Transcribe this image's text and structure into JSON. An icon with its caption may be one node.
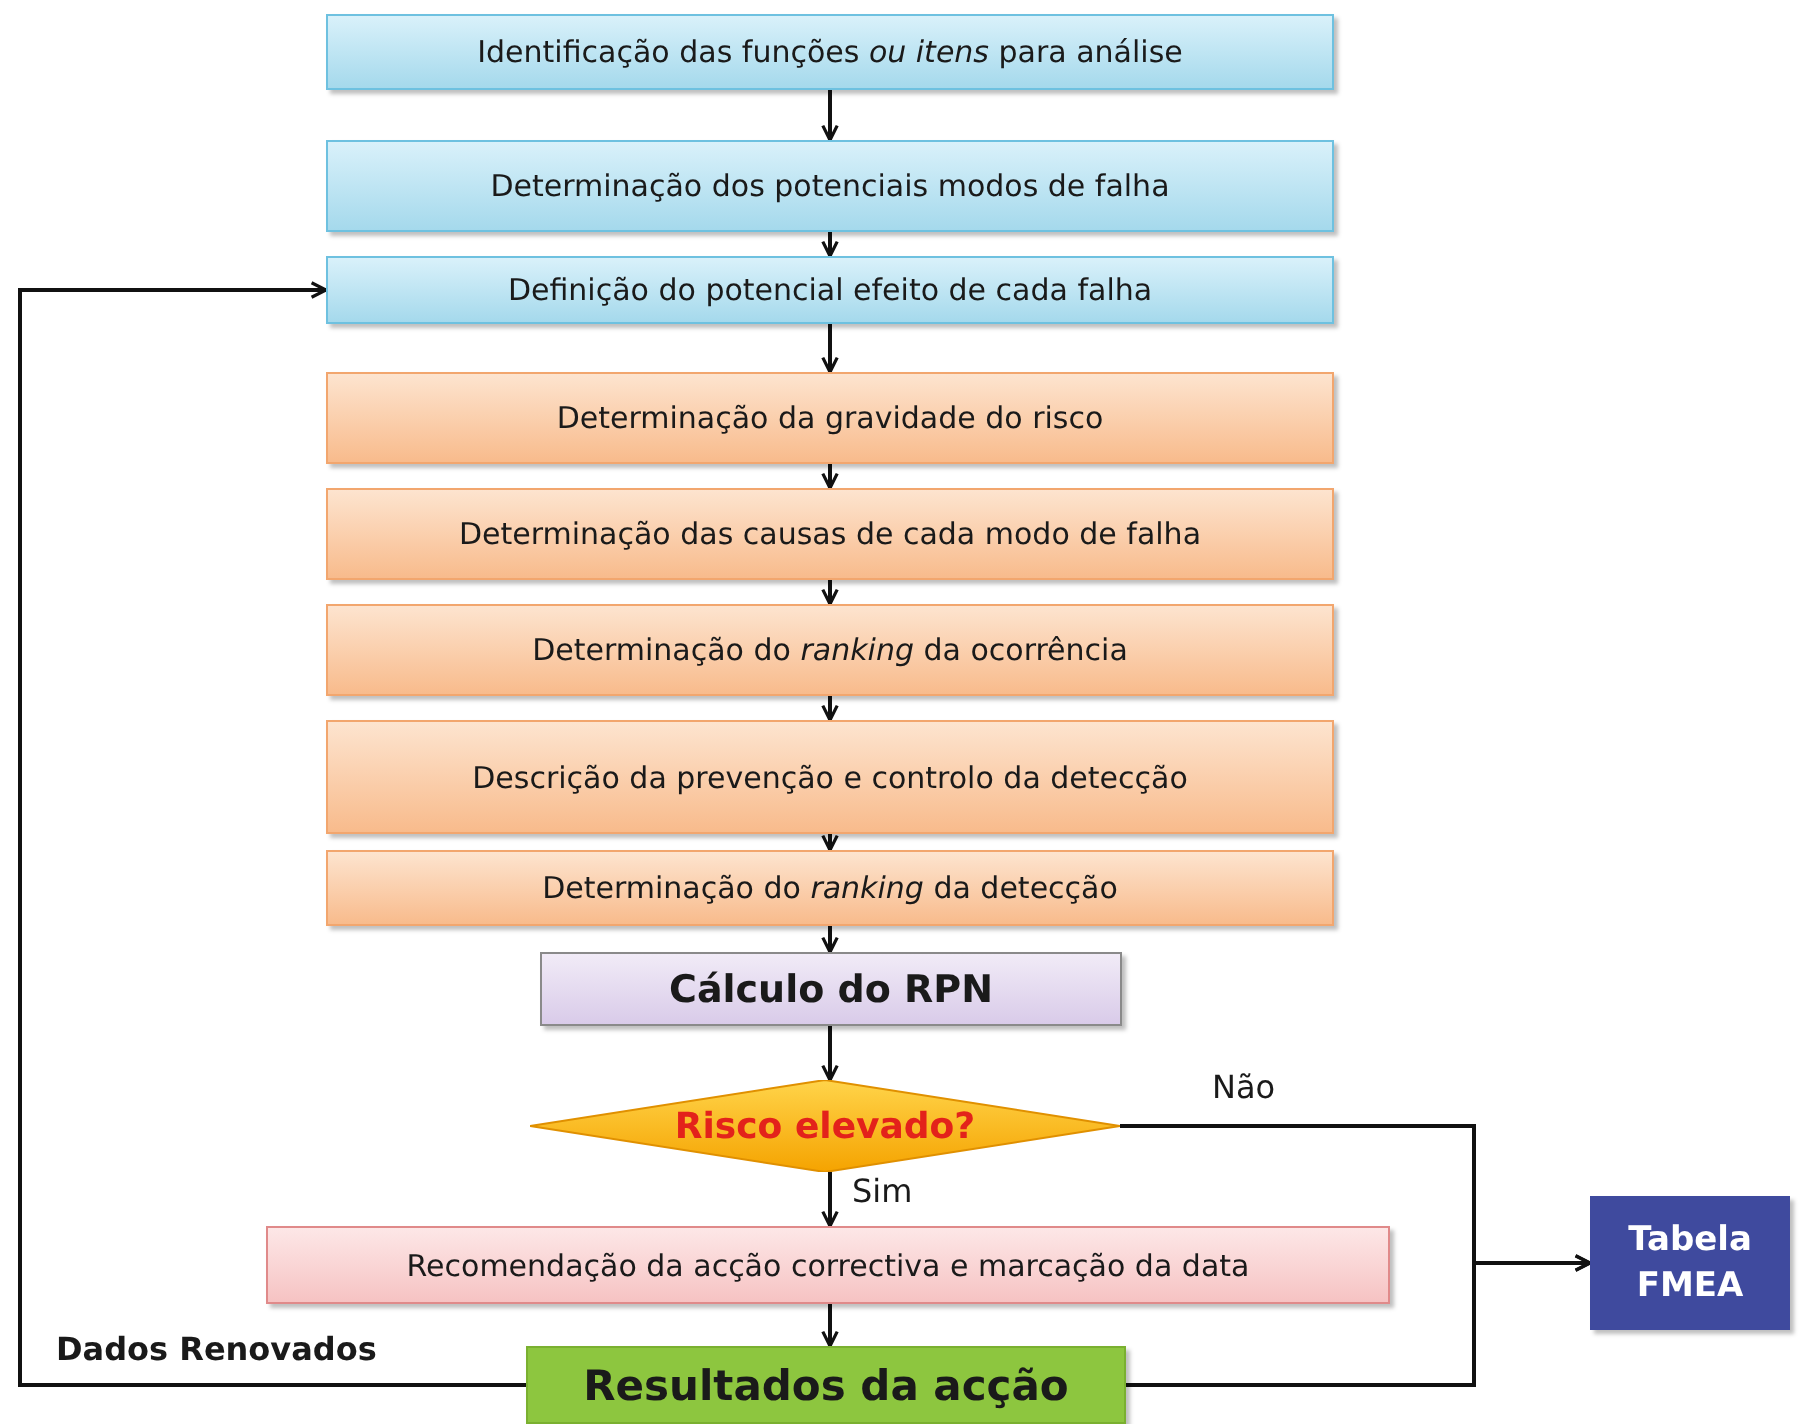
{
  "diagram": {
    "nodes": [
      {
        "text": [
          "Identificação das funções *ou itens* para análise"
        ]
      },
      {
        "text": [
          "Determinação dos potenciais modos de falha"
        ]
      },
      {
        "text": [
          "Definição do potencial efeito de cada falha"
        ]
      },
      {
        "text": [
          "Determinação da gravidade do risco"
        ]
      },
      {
        "text": [
          "Determinação das causas de cada modo de falha"
        ]
      },
      {
        "text": [
          "Determinação do *ranking* da ocorrência"
        ]
      },
      {
        "text": [
          "Descrição da prevenção e controlo da detecção"
        ]
      },
      {
        "text": [
          "Determinação do *ranking* da detecção"
        ]
      },
      {
        "text": [
          "Cálculo do RPN"
        ]
      },
      {
        "text": [
          "Risco elevado?"
        ]
      },
      {
        "text": [
          "Recomendação da acção correctiva e marcação da data"
        ]
      },
      {
        "text": [
          "Resultados da acção"
        ]
      },
      {
        "text": [
          "Tabela FMEA"
        ]
      }
    ],
    "edges": [
      {
        "from": 0,
        "to": 1,
        "arrow": "to"
      },
      {
        "from": 1,
        "to": 2,
        "arrow": "to"
      },
      {
        "from": 2,
        "to": 3,
        "arrow": "to"
      },
      {
        "from": 3,
        "to": 4,
        "arrow": "to"
      },
      {
        "from": 4,
        "to": 5,
        "arrow": "to"
      },
      {
        "from": 5,
        "to": 6,
        "arrow": "to"
      },
      {
        "from": 6,
        "to": 7,
        "arrow": "to"
      },
      {
        "from": 7,
        "to": 8,
        "arrow": "to"
      },
      {
        "from": 8,
        "to": 9,
        "arrow": "to"
      },
      {
        "from": 9,
        "to": 10,
        "label": "Sim",
        "arrow": "to"
      },
      {
        "from": 9,
        "to": 12,
        "label": "Não",
        "arrow": "to"
      },
      {
        "from": 10,
        "to": 11,
        "arrow": "to"
      },
      {
        "from": 11,
        "to": 12,
        "arrow": "to"
      },
      {
        "from": 11,
        "to": 2,
        "label": "Dados Renovados",
        "arrow": "to"
      }
    ]
  }
}
